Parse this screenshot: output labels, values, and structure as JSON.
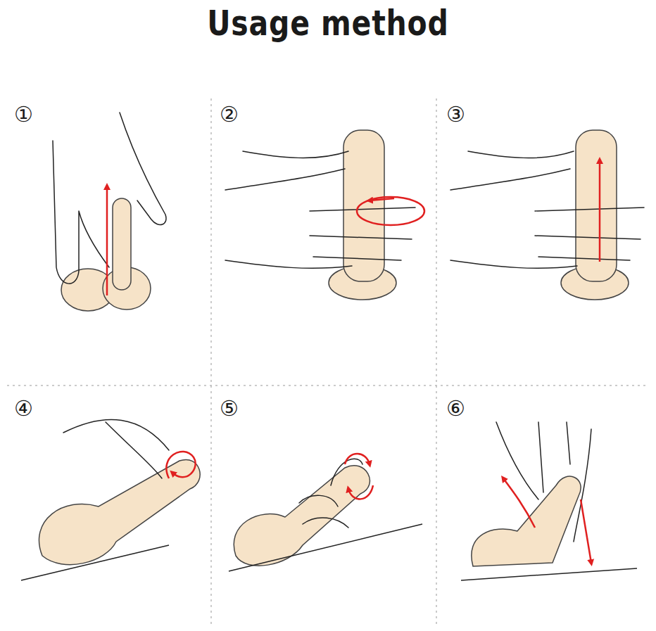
{
  "diagram": {
    "title": "Usage method",
    "labels": [
      "①",
      "②",
      "③",
      "④",
      "⑤",
      "⑥"
    ]
  }
}
